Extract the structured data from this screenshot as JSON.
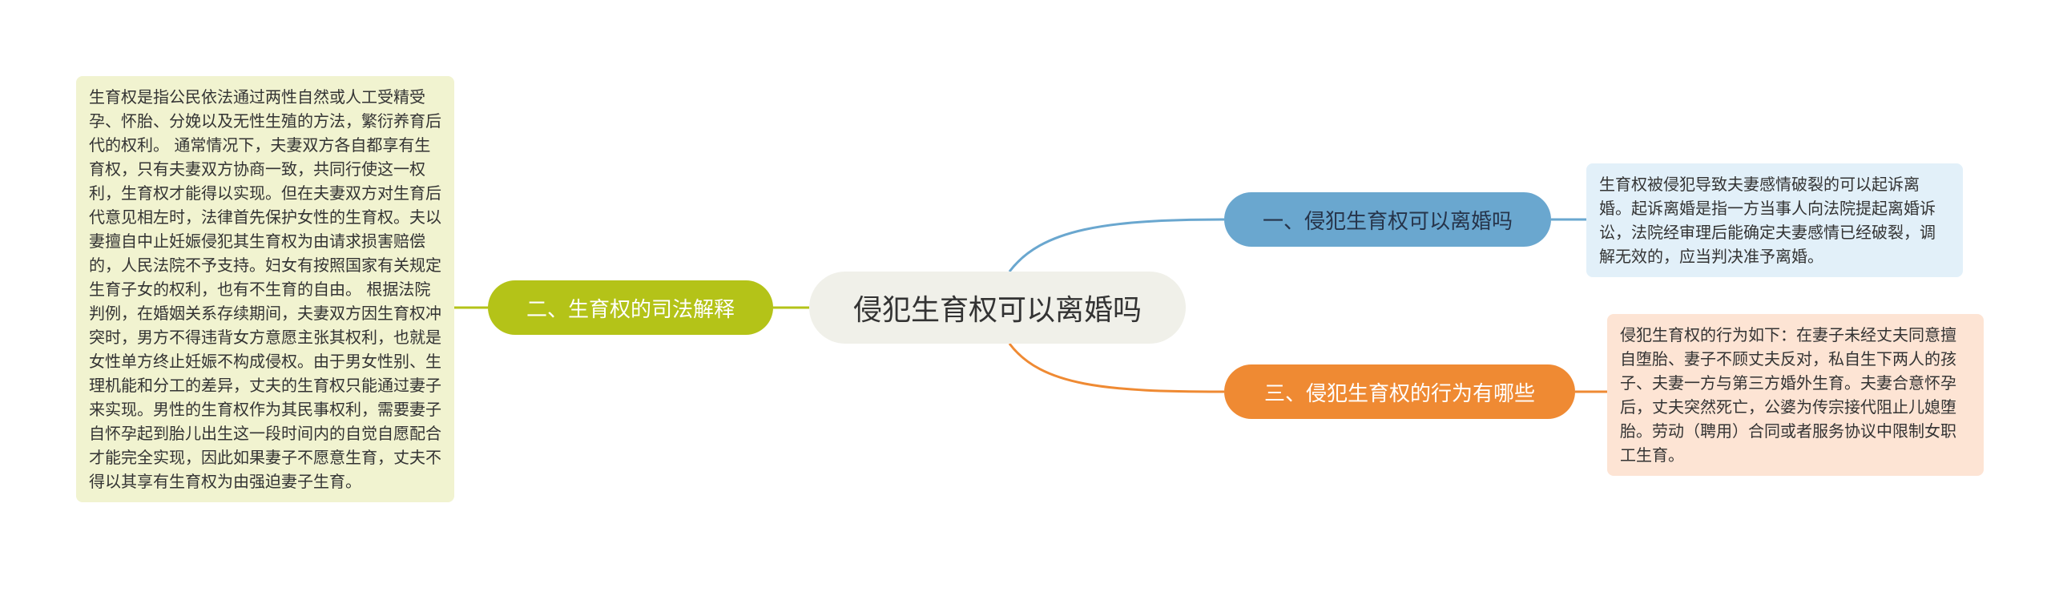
{
  "mindmap": {
    "center": {
      "label": "侵犯生育权可以离婚吗"
    },
    "branches": [
      {
        "label": "一、侵犯生育权可以离婚吗",
        "color": "#6aa7cf",
        "leaf": "生育权被侵犯导致夫妻感情破裂的可以起诉离婚。起诉离婚是指一方当事人向法院提起离婚诉讼，法院经审理后能确定夫妻感情已经破裂，调解无效的，应当判决准予离婚。",
        "leaf_color": "#e2f0f9"
      },
      {
        "label": "二、生育权的司法解释",
        "color": "#b4c318",
        "leaf": "生育权是指公民依法通过两性自然或人工受精受孕、怀胎、分娩以及无性生殖的方法，繁衍养育后代的权利。 通常情况下，夫妻双方各自都享有生育权，只有夫妻双方协商一致，共同行使这一权利，生育权才能得以实现。但在夫妻双方对生育后代意见相左时，法律首先保护女性的生育权。夫以妻擅自中止妊娠侵犯其生育权为由请求损害赔偿的，人民法院不予支持。妇女有按照国家有关规定生育子女的权利，也有不生育的自由。 根据法院判例，在婚姻关系存续期间，夫妻双方因生育权冲突时，男方不得违背女方意愿主张其权利，也就是女性单方终止妊娠不构成侵权。由于男女性别、生理机能和分工的差异，丈夫的生育权只能通过妻子来实现。男性的生育权作为其民事权利，需要妻子自怀孕起到胎儿出生这一段时间内的自觉自愿配合才能完全实现，因此如果妻子不愿意生育，丈夫不得以其享有生育权为由强迫妻子生育。",
        "leaf_color": "#f1f3d0"
      },
      {
        "label": "三、侵犯生育权的行为有哪些",
        "color": "#ef8a33",
        "leaf": "侵犯生育权的行为如下：在妻子未经丈夫同意擅自堕胎、妻子不顾丈夫反对，私自生下两人的孩子、夫妻一方与第三方婚外生育。夫妻合意怀孕后，丈夫突然死亡，公婆为传宗接代阻止儿媳堕胎。劳动（聘用）合同或者服务协议中限制女职工生育。",
        "leaf_color": "#fde4d4"
      }
    ]
  }
}
